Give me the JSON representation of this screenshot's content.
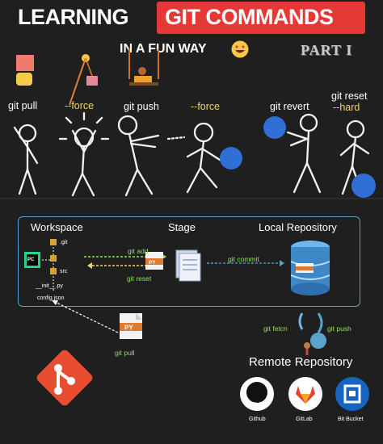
{
  "header": {
    "title_left": "LEARNING",
    "title_right": "GIT COMMANDS",
    "subtitle": "IN A FUN WAY",
    "part_badge": "PART I"
  },
  "commands": [
    {
      "label": "git pull",
      "color": "white"
    },
    {
      "label": "--force",
      "color": "yellow"
    },
    {
      "label": "git push",
      "color": "white"
    },
    {
      "label": "--force",
      "color": "yellow"
    },
    {
      "label": "git revert",
      "color": "white"
    },
    {
      "label": "git reset",
      "color": "white"
    },
    {
      "label": "--hard",
      "color": "white"
    }
  ],
  "diagram": {
    "workspace": {
      "title": "Workspace",
      "files": [
        ".git",
        "src",
        "__init__.py",
        "config.json"
      ]
    },
    "stage": {
      "title": "Stage"
    },
    "local_repo": {
      "title": "Local Repository"
    },
    "arrows": {
      "git_add": "git add",
      "git_reset": "git reset",
      "git_commit": "git commit",
      "git_pull": "git pull",
      "git_fetch": "git fetcn",
      "git_push": "git push"
    },
    "remote": {
      "title": "Remote Repository",
      "services": [
        "Github",
        "GitLab",
        "Bit Bucket"
      ]
    }
  },
  "colors": {
    "background": "#1f1f1f",
    "accent_red": "#e53935",
    "command_yellow": "#f3d36b",
    "ball_blue": "#2f6fd6",
    "arrow_green": "#8de25a",
    "box_border": "#5aa3c9",
    "bitbucket_blue": "#1565c0"
  },
  "icons": [
    "smiley-icon",
    "git-logo-icon",
    "python-file-icon",
    "database-icon",
    "github-icon",
    "gitlab-icon",
    "bitbucket-icon",
    "pycharm-icon"
  ]
}
